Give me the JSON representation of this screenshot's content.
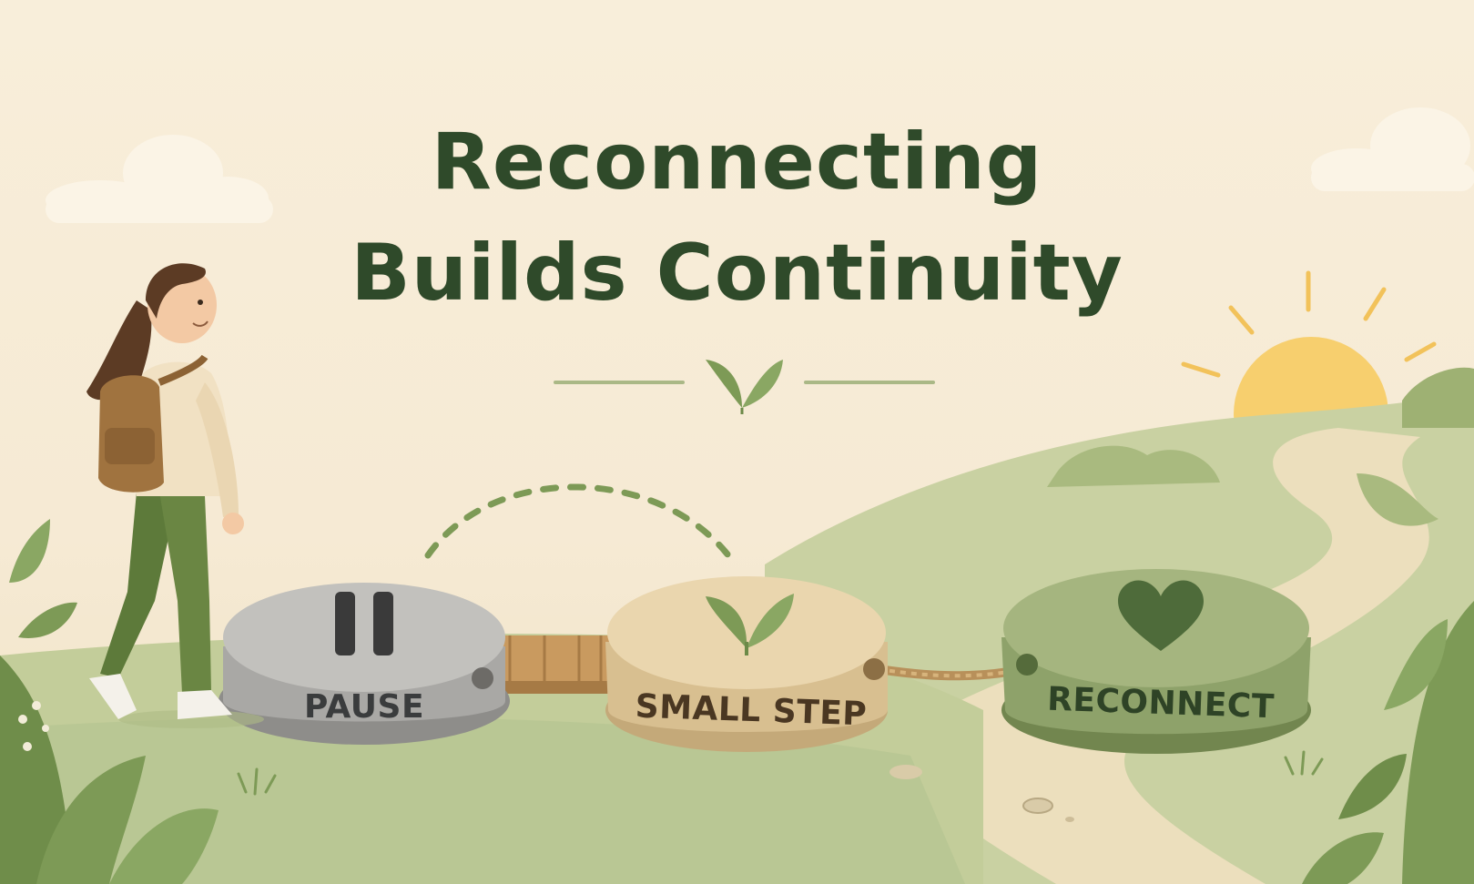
{
  "title": {
    "line1": "Reconnecting",
    "line2": "Builds Continuity"
  },
  "stones": {
    "pause": "PAUSE",
    "small_step": "SMALL STEP",
    "reconnect": "RECONNECT"
  },
  "colors": {
    "sky": "#f7ecd8",
    "title": "#2f4a2a",
    "hill_green": "#b9c794",
    "path_cream": "#ecdfbd",
    "sun": "#f7cf6e",
    "pause_stone": "#a9a8a5",
    "small_step_stone": "#e0c89c",
    "reconnect_stone": "#8ea26a",
    "leaf": "#7d9a56"
  },
  "icons": [
    "pause-icon",
    "sprout-icon",
    "heart-icon",
    "divider-leaf-icon"
  ]
}
